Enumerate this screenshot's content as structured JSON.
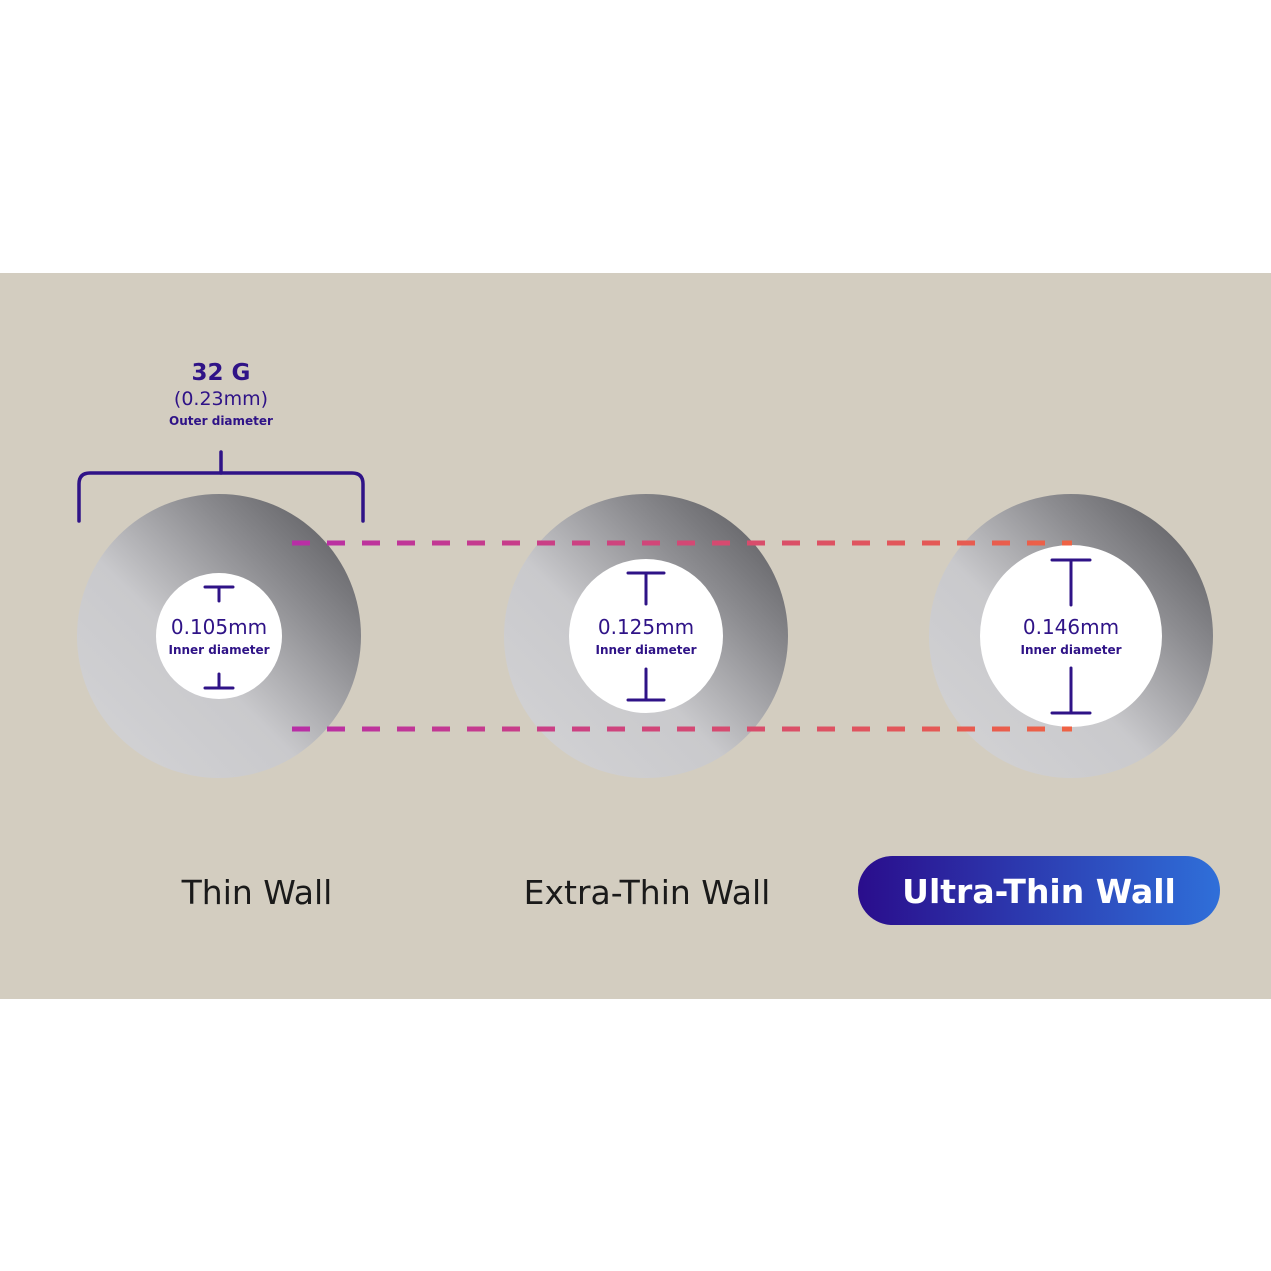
{
  "colors": {
    "background": "#d3cdc0",
    "accent": "#2f1387",
    "label_text": "#1a1a1a",
    "dash_start": "#b82ea6",
    "dash_end": "#ee6244",
    "pill_start": "#2a0d8c",
    "pill_end": "#2f6fd9"
  },
  "outer": {
    "gauge": "32 G",
    "diameter": "(0.23mm)",
    "caption": "Outer diameter"
  },
  "tubes": [
    {
      "inner_value": "0.105mm",
      "inner_caption": "Inner diameter",
      "label": "Thin Wall",
      "inner_mm": 0.105
    },
    {
      "inner_value": "0.125mm",
      "inner_caption": "Inner diameter",
      "label": "Extra-Thin Wall",
      "inner_mm": 0.125
    },
    {
      "inner_value": "0.146mm",
      "inner_caption": "Inner diameter",
      "label": "Ultra-Thin Wall",
      "inner_mm": 0.146
    }
  ],
  "icons": [
    "bracket-icon",
    "inner-diameter-arrow-icon",
    "dashed-guide-line-icon"
  ]
}
